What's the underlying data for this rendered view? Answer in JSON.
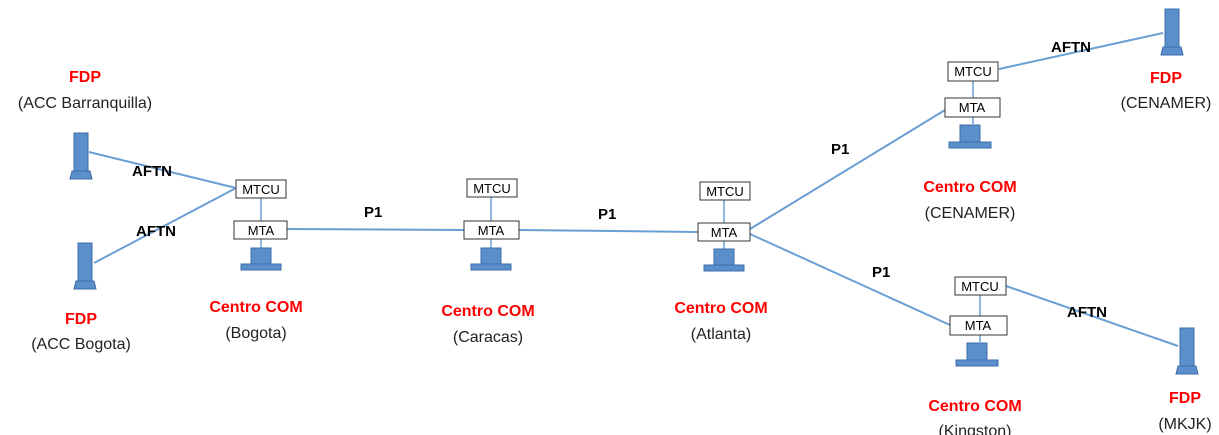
{
  "colors": {
    "link_line": "#6a9fd4",
    "terminal_fill": "#5b8fcb",
    "terminal_stroke": "#3c6ea8",
    "title_red": "#ff0000",
    "box_stroke": "#333333"
  },
  "labels": {
    "mtcu": "MTCU",
    "mta": "MTA",
    "aftn": "AFTN",
    "p1": "P1"
  },
  "fdp_nodes": [
    {
      "id": "barranquilla",
      "title": "FDP",
      "subtitle": "(ACC Barranquilla)",
      "icon": "computer-terminal-icon"
    },
    {
      "id": "acc-bogota",
      "title": "FDP",
      "subtitle": "(ACC Bogota)",
      "icon": "computer-terminal-icon"
    },
    {
      "id": "fdp-cenamer",
      "title": "FDP",
      "subtitle": "(CENAMER)",
      "icon": "computer-terminal-icon"
    },
    {
      "id": "mkjk",
      "title": "FDP",
      "subtitle": "(MKJK)",
      "icon": "computer-terminal-icon"
    }
  ],
  "com_centers": [
    {
      "id": "bogota",
      "title": "Centro COM",
      "subtitle": "(Bogota)",
      "icon": "workstation-icon"
    },
    {
      "id": "caracas",
      "title": "Centro COM",
      "subtitle": "(Caracas)",
      "icon": "workstation-icon"
    },
    {
      "id": "atlanta",
      "title": "Centro COM",
      "subtitle": "(Atlanta)",
      "icon": "workstation-icon"
    },
    {
      "id": "cenamer",
      "title": "Centro COM",
      "subtitle": "(CENAMER)",
      "icon": "workstation-icon"
    },
    {
      "id": "kingston",
      "title": "Centro COM",
      "subtitle": "(Kingston)",
      "icon": "workstation-icon"
    }
  ]
}
